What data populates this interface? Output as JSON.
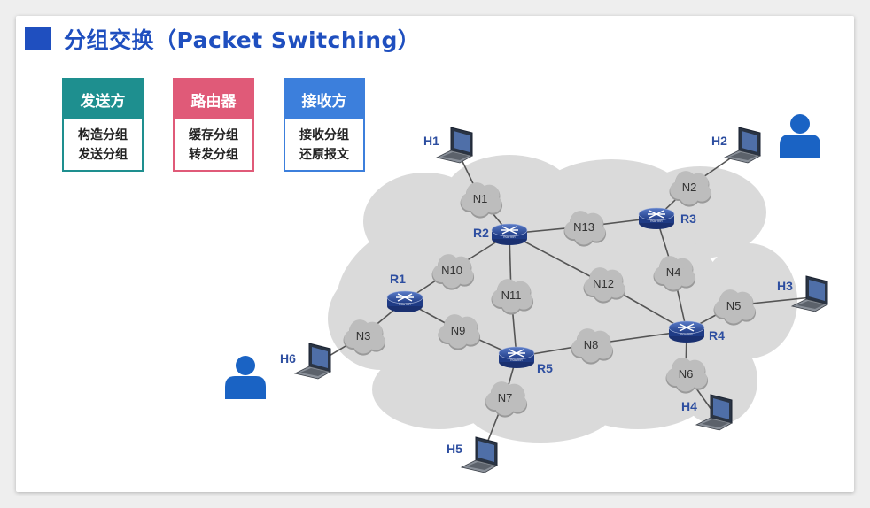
{
  "header": {
    "title": "分组交换（Packet Switching）"
  },
  "roles": [
    {
      "title": "发送方",
      "lines": [
        "构造分组",
        "发送分组"
      ],
      "color": "#1e8f8f"
    },
    {
      "title": "路由器",
      "lines": [
        "缓存分组",
        "转发分组"
      ],
      "color": "#e05a78"
    },
    {
      "title": "接收方",
      "lines": [
        "接收分组",
        "还原报文"
      ],
      "color": "#3c7fdc"
    }
  ],
  "network": {
    "routers": [
      "R1",
      "R2",
      "R3",
      "R4",
      "R5"
    ],
    "networks": [
      "N1",
      "N2",
      "N3",
      "N4",
      "N5",
      "N6",
      "N7",
      "N8",
      "N9",
      "N10",
      "N11",
      "N12",
      "N13"
    ],
    "hosts": [
      "H1",
      "H2",
      "H3",
      "H4",
      "H5",
      "H6"
    ],
    "router_badge": "ROUTER",
    "colors": {
      "cloud": "#dadada",
      "router": "#2d4ea0",
      "label": "#2d4ea0",
      "user": "#1a63c4",
      "line": "#555555"
    }
  }
}
